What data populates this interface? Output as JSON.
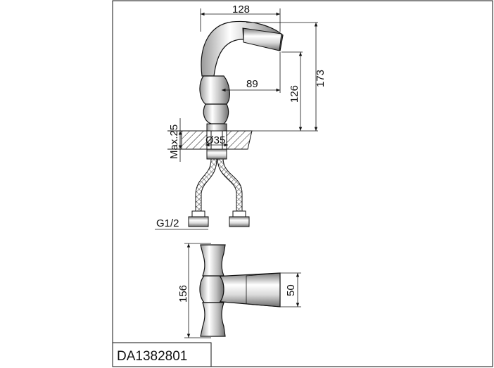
{
  "drawing": {
    "model_code": "DA1382801",
    "dimensions": {
      "spout_reach": "128",
      "handle_offset": "89",
      "spout_height": "126",
      "total_height": "173",
      "max_deck_thickness": "Max.25",
      "base_diameter": "Ø35",
      "thread": "G1/2",
      "top_width": "156",
      "spout_width": "50"
    }
  }
}
